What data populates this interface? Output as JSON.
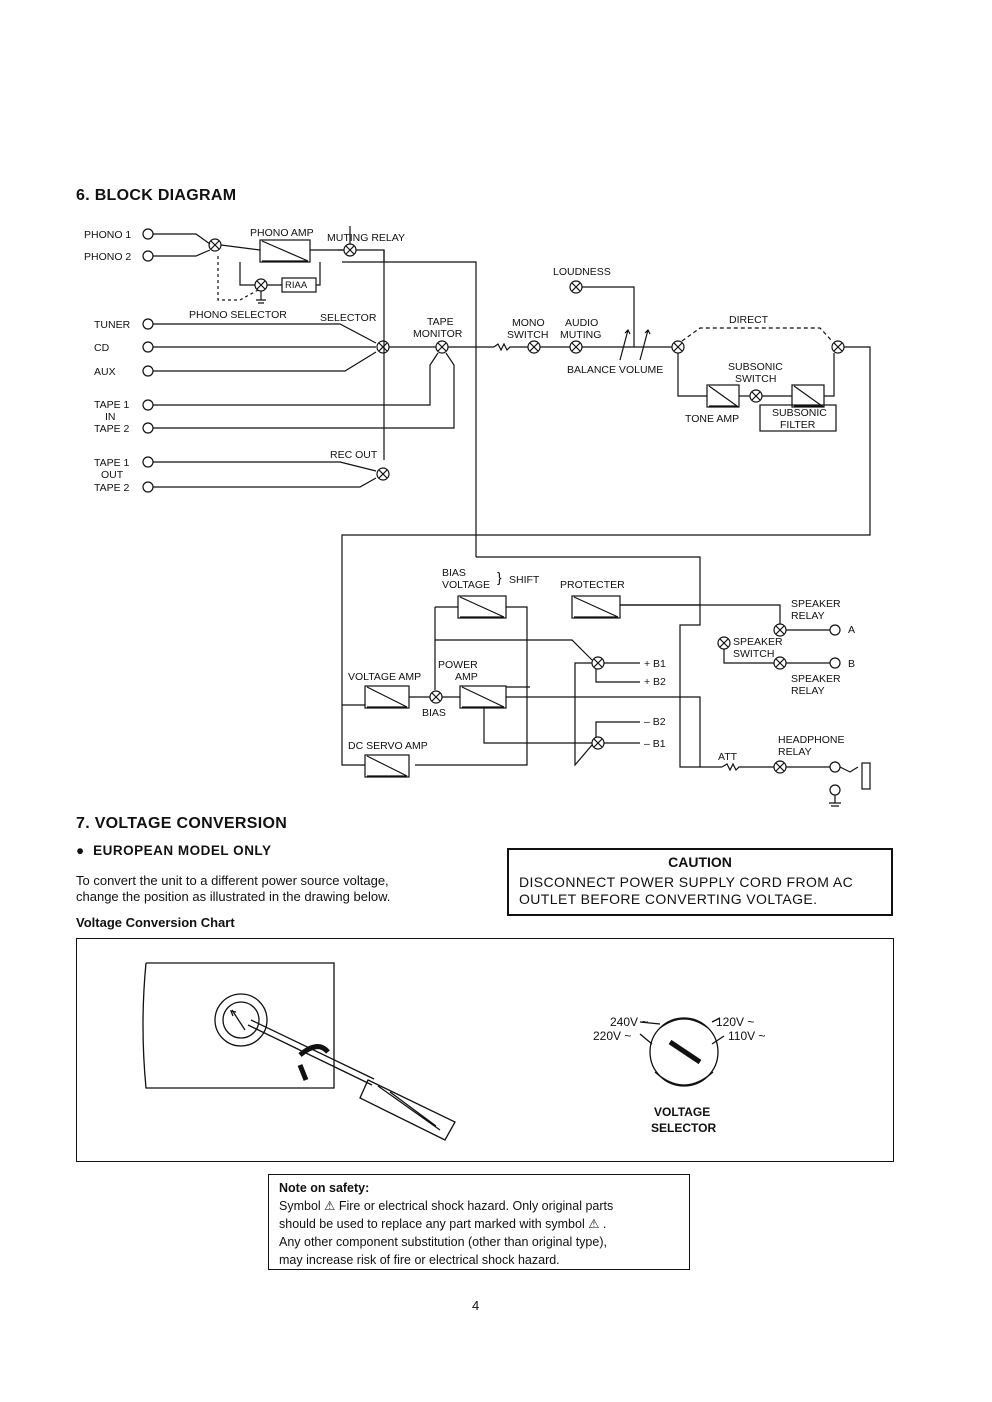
{
  "block_diagram": {
    "section_title": "6. BLOCK DIAGRAM",
    "labels": {
      "phono1": "PHONO 1",
      "phono2": "PHONO 2",
      "phono_amp": "PHONO AMP",
      "muting_relay": "MUTING RELAY",
      "riaa": "RIAA",
      "phono_selector": "PHONO SELECTOR",
      "selector": "SELECTOR",
      "tape_monitor_1": "TAPE",
      "tape_monitor_2": "MONITOR",
      "tuner": "TUNER",
      "cd": "CD",
      "aux": "AUX",
      "tape1_in": "TAPE 1",
      "in": "IN",
      "tape2_in": "TAPE 2",
      "rec_out": "REC OUT",
      "tape1_out": "TAPE 1",
      "out": "OUT",
      "tape2_out": "TAPE 2",
      "loudness": "LOUDNESS",
      "mono_1": "MONO",
      "mono_2": "SWITCH",
      "audio_1": "AUDIO",
      "audio_2": "MUTING",
      "balance_volume": "BALANCE VOLUME",
      "direct": "DIRECT",
      "subsonic_switch_1": "SUBSONIC",
      "subsonic_switch_2": "SWITCH",
      "tone_amp": "TONE AMP",
      "subsonic_filter_1": "SUBSONIC",
      "subsonic_filter_2": "FILTER",
      "bias_1": "BIAS",
      "bias_2": "VOLTAGE",
      "shift": "SHIFT",
      "protecter": "PROTECTER",
      "speaker_relay_a_1": "SPEAKER",
      "speaker_relay_a_2": "RELAY",
      "a": "A",
      "speaker_switch_1": "SPEAKER",
      "speaker_switch_2": "SWITCH",
      "b": "B",
      "speaker_relay_b_1": "SPEAKER",
      "speaker_relay_b_2": "RELAY",
      "power_1": "POWER",
      "power_2": "AMP",
      "voltage_amp": "VOLTAGE AMP",
      "bias": "BIAS",
      "b1_plus": "+ B1",
      "b2_plus": "+ B2",
      "b2_minus": "– B2",
      "b1_minus": "– B1",
      "dc_servo_amp": "DC SERVO AMP",
      "headphone_1": "HEADPHONE",
      "headphone_2": "RELAY",
      "att": "ATT"
    }
  },
  "voltage_conversion": {
    "section_title": "7. VOLTAGE CONVERSION",
    "subtitle": "EUROPEAN MODEL ONLY",
    "bullet": "●",
    "instruction_line1": "To convert the unit to a different power source voltage,",
    "instruction_line2": "change the position as illustrated in the drawing below.",
    "chart_title": "Voltage Conversion Chart",
    "caution": {
      "title": "CAUTION",
      "line1": "DISCONNECT POWER SUPPLY CORD FROM AC",
      "line2": "OUTLET BEFORE CONVERTING VOLTAGE."
    },
    "selector": {
      "v240": "240V ~",
      "v220": "220V ~",
      "v120": "120V ~",
      "v110": "110V ~",
      "label_1": "VOLTAGE",
      "label_2": "SELECTOR"
    }
  },
  "safety_note": {
    "title": "Note on safety:",
    "line1": "Symbol ⚠ Fire or electrical shock hazard. Only original parts",
    "line2": "should be used to replace any part marked with symbol ⚠ .",
    "line3": "Any other component substitution (other than original type),",
    "line4": "may increase risk of fire or electrical shock hazard."
  },
  "page_number": "4"
}
